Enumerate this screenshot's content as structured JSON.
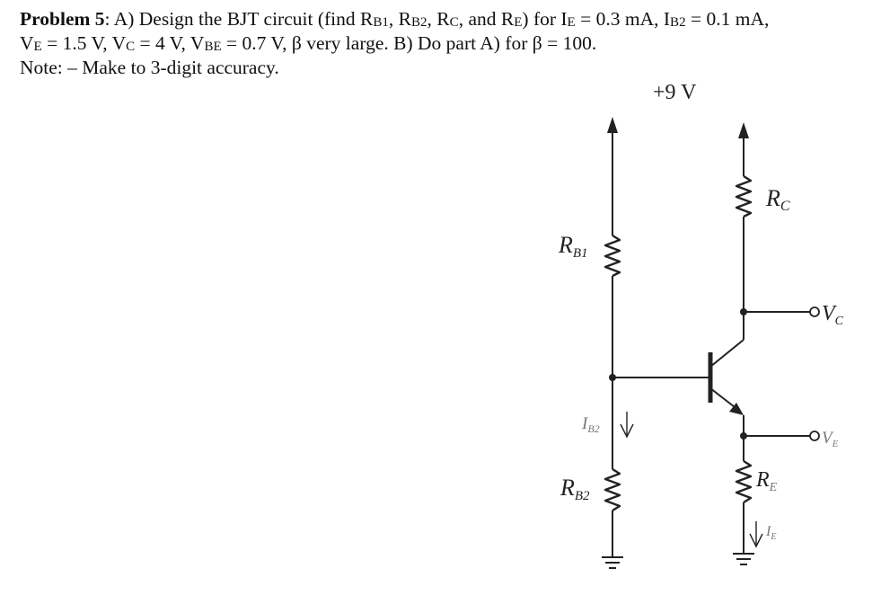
{
  "problem": {
    "label": "Problem 5",
    "line1_a": ": A) Design the BJT circuit (find R",
    "line1_b": ", R",
    "line1_c": ", R",
    "line1_d": ", and R",
    "line1_e": ") for I",
    "line1_f": " = 0.3 mA, I",
    "line1_g": " = 0.1 mA,",
    "sub_b1": "B1",
    "sub_b2": "B2",
    "sub_c": "C",
    "sub_e": "E",
    "line2_a": "V",
    "line2_b": " = 1.5 V, V",
    "line2_c": " = 4 V, V",
    "line2_d": " = 0.7 V, β very large. B) Do part A) for β = 100.",
    "sub_be": "BE",
    "line3": "Note: – Make to 3-digit accuracy."
  },
  "circuit": {
    "supply": "+9 V",
    "rb1": {
      "main": "R",
      "sub": "B1"
    },
    "rb2": {
      "main": "R",
      "sub": "B2"
    },
    "rc": {
      "main": "R",
      "sub": "C"
    },
    "re": {
      "main": "R",
      "sub": "E"
    },
    "ib2": {
      "main": "I",
      "sub": "B2"
    },
    "ie": {
      "main": "I",
      "sub": "E"
    },
    "vc": {
      "main": "V",
      "sub": "C"
    },
    "ve": {
      "main": "V",
      "sub": "E"
    }
  }
}
